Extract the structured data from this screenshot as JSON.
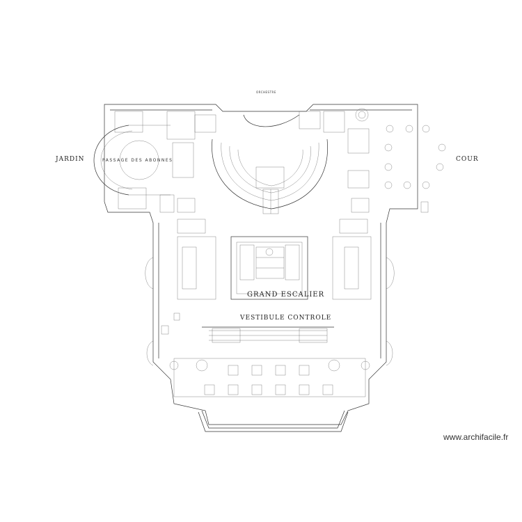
{
  "labels": {
    "orchestre": "ORCHESTRE",
    "jardin": "JARDIN",
    "cour": "COUR",
    "passage": "PASSAGE DES ABONNES",
    "grand_escalier": "GRAND ESCALIER",
    "vestibule": "VESTIBULE CONTROLE",
    "watermark": "www.archifacile.fr"
  }
}
